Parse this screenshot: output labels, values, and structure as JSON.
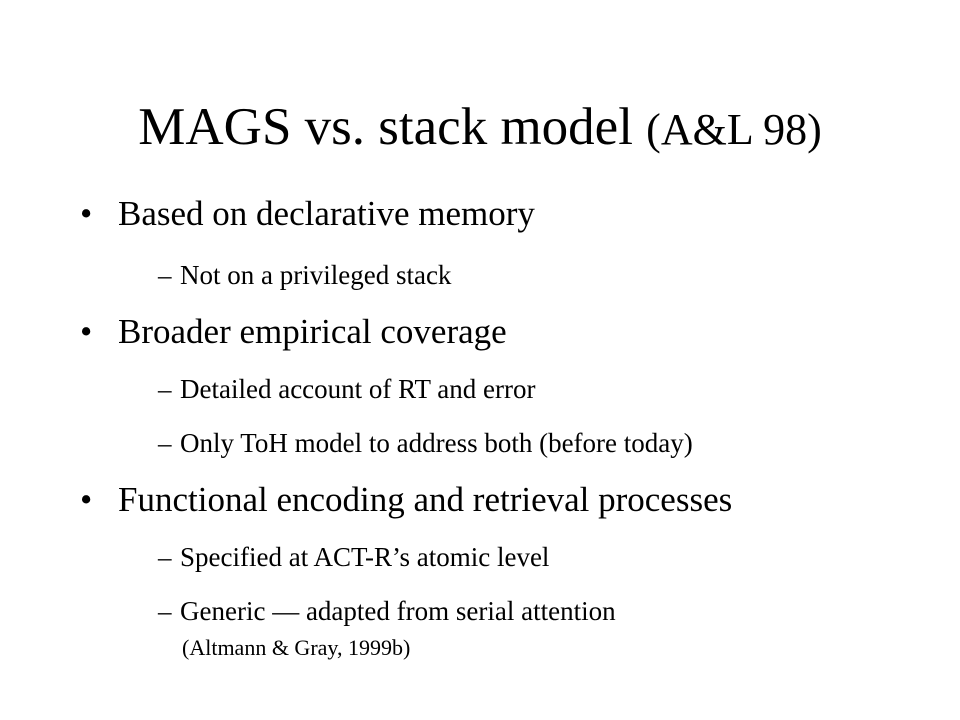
{
  "slide": {
    "title_main": "MAGS vs. stack model",
    "title_sub": "(A&L 98)",
    "bullet_marker": "•",
    "sub_marker": "–",
    "bullets": [
      {
        "text": "Based on declarative memory",
        "subs": [
          "Not on a privileged stack"
        ]
      },
      {
        "text": "Broader empirical coverage",
        "subs": [
          "Detailed account of RT and error",
          "Only ToH model to address both (before today)"
        ]
      },
      {
        "text": "Functional encoding and retrieval processes",
        "subs": [
          "Specified at ACT-R’s atomic level",
          "Generic — adapted from serial attention"
        ],
        "citation": "(Altmann & Gray, 1999b)"
      }
    ]
  }
}
